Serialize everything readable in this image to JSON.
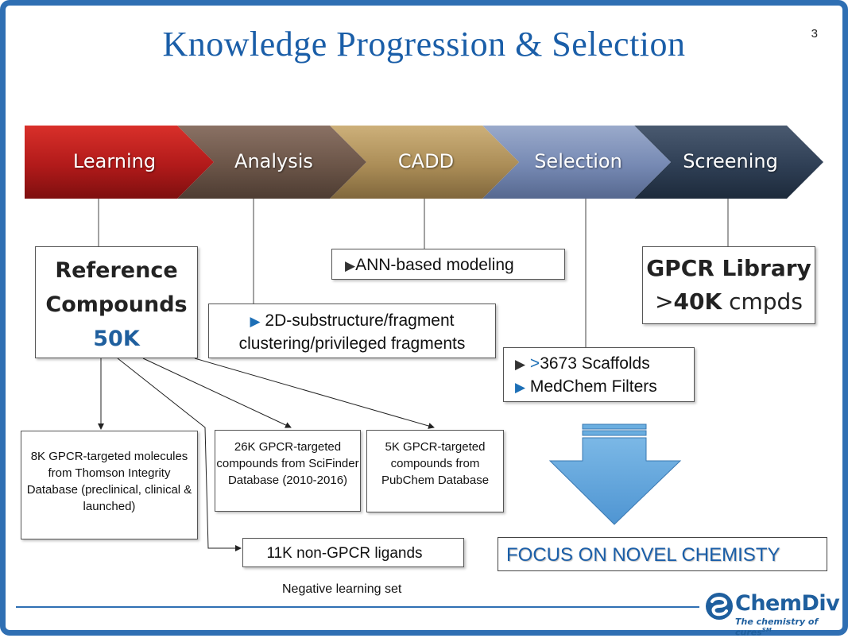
{
  "slide_number": "3",
  "title": "Knowledge Progression & Selection",
  "stages": [
    {
      "label": "Learning",
      "color": "#b71c1c"
    },
    {
      "label": "Analysis",
      "color": "#6b5548"
    },
    {
      "label": "CADD",
      "color": "#b0935e"
    },
    {
      "label": "Selection",
      "color": "#7a8db5"
    },
    {
      "label": "Screening",
      "color": "#2f3f55"
    }
  ],
  "reference_box": {
    "line1": "Reference",
    "line2": "Compounds",
    "count": "50K"
  },
  "ann_box": {
    "text": "ANN-based modeling"
  },
  "substructure_box": {
    "line1": "2D-substructure/fragment",
    "line2": "clustering/privileged fragments"
  },
  "scaffolds_box": {
    "item1_prefix": ">",
    "item1": "3673 Scaffolds",
    "item2": "MedChem Filters"
  },
  "gpcr_box": {
    "line1": "GPCR Library",
    "line2_prefix": ">",
    "line2_bold": "40K",
    "line2_rest": " cmpds"
  },
  "sources": [
    {
      "text": "8K GPCR-targeted molecules from Thomson Integrity Database (preclinical, clinical & launched)"
    },
    {
      "text": "26K GPCR-targeted compounds from SciFinder Database (2010-2016)"
    },
    {
      "text": "5K GPCR-targeted compounds from PubChem Database"
    }
  ],
  "negative_box": {
    "text": "11K non-GPCR ligands",
    "caption": "Negative learning set"
  },
  "focus_box": {
    "text": "FOCUS ON NOVEL CHEMISTY"
  },
  "logo": {
    "name": "ChemDiv",
    "tagline": "The chemistry of cures",
    "mark": "SM"
  },
  "icons": [
    "triangle-bullet-icon",
    "down-arrow-icon",
    "chemdiv-logo-icon"
  ],
  "colors": {
    "title": "#1a5ea8",
    "accent": "#2f6fb3",
    "arrow": "#6aaee0"
  }
}
